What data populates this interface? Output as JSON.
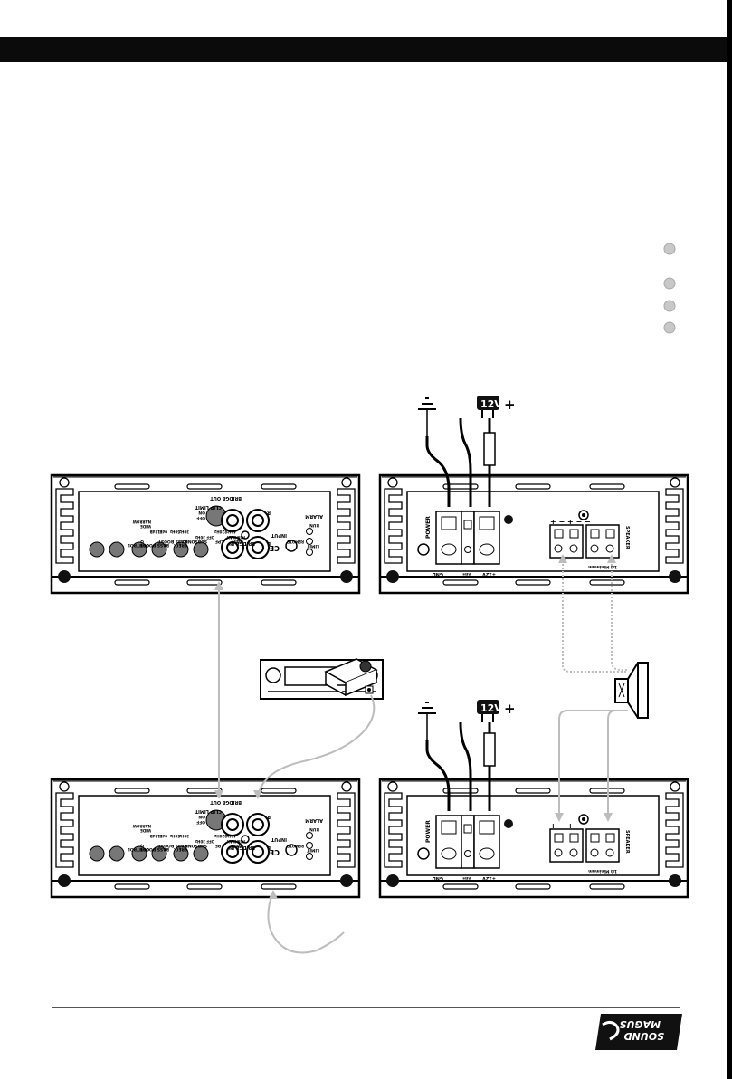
{
  "colors": {
    "bar": "#0b0b0b",
    "line": "#000000",
    "cable": "#bdbdbd",
    "bullet": "#c8c8c8"
  },
  "amp": {
    "ce": "CE",
    "clip_limit": "CLIP LIMIT",
    "off": "OFF",
    "on": "ON",
    "bridge_out": "BRIDGE OUT",
    "bridge_in": "BRIDGE IN",
    "input": "INPUT",
    "l": "L",
    "r": "R",
    "alarm": "ALARM",
    "run": "RUN",
    "limit": "LIMIT",
    "remote": "REMOTE",
    "gain": "GAIN",
    "min": "MIN",
    "max": "MAX",
    "hz40": "40Hz",
    "hz220": "220Hz",
    "lpf": "LPF",
    "off2": "OFF",
    "hz30": "30Hz",
    "subsonic": "SUBSONIC",
    "freq": "FREQ.",
    "hz30b": "30Hz",
    "hz50": "50Hz",
    "bass_boost": "BASS BOOST",
    "db0": "0dB",
    "db12": "12dB",
    "bass_boost2": "BASS BOOST",
    "wide": "WIDE",
    "narrow": "NARROW",
    "q": "Q",
    "control": "CONTROL",
    "power": "POWER",
    "gnd": "GND",
    "rem": "REM",
    "plus12v": "+12V",
    "speaker": "SPEAKER",
    "ohm_min": "1Ω Minimum",
    "terminal_signs": "+ −  + − −"
  },
  "battery": {
    "label": "12V",
    "plus": "+"
  },
  "logo": {
    "line1": "SOUND",
    "line2": "MAGUS"
  }
}
